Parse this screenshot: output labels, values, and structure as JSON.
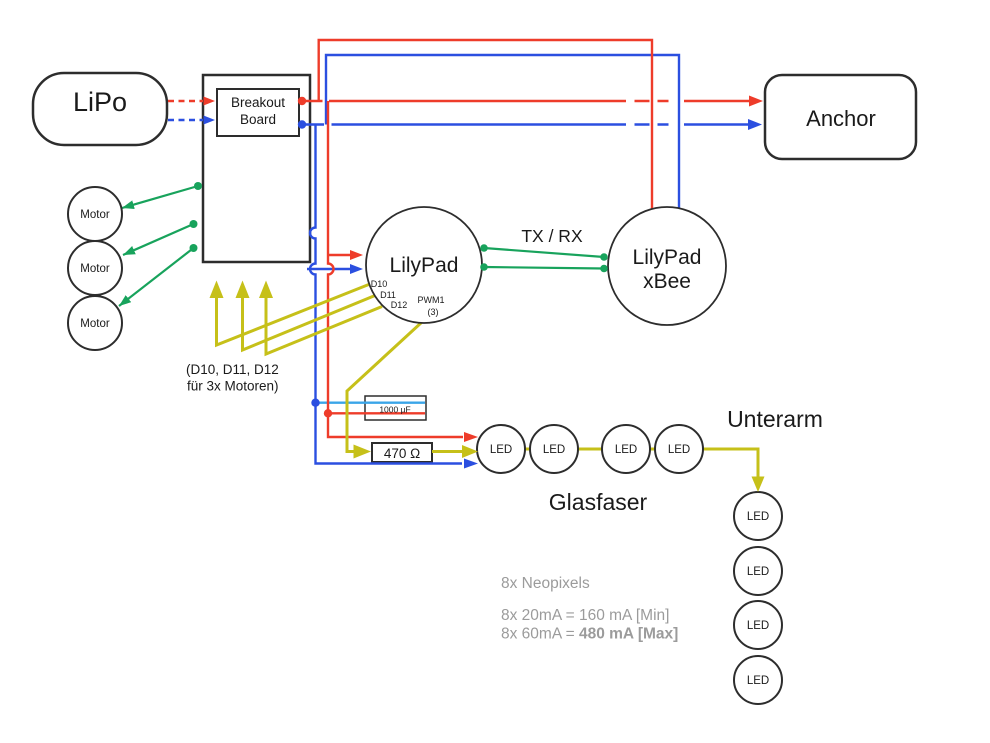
{
  "diagram": {
    "colors": {
      "red": "#ee3c2a",
      "blue": "#2b4fe0",
      "light_blue": "#3aa5e8",
      "green": "#18a35c",
      "yellow": "#c6c019",
      "gray_text": "#9b9b9b",
      "outline": "#2d2d2d"
    },
    "nodes": {
      "lipo": {
        "label": "LiPo"
      },
      "breakout": {
        "label_line1": "Breakout",
        "label_line2": "Board"
      },
      "anchor": {
        "label": "Anchor"
      },
      "lilypad": {
        "label": "LilyPad",
        "pins": {
          "d10": "D10",
          "d11": "D11",
          "d12": "D12",
          "pwm": "PWM1",
          "pwm_count": "(3)"
        }
      },
      "xbee": {
        "label_line1": "LilyPad",
        "label_line2": "xBee"
      },
      "motors": {
        "label": "Motor",
        "count": 3
      },
      "capacitor": {
        "label": "1000 µF"
      },
      "resistor": {
        "label": "470 Ω"
      },
      "led": {
        "label": "LED",
        "row_count": 4,
        "column_count": 4
      }
    },
    "labels": {
      "tx_rx": "TX / RX",
      "motor_note_line1": "(D10, D11, D12",
      "motor_note_line2": "für 3x Motoren)",
      "glasfaser": "Glasfaser",
      "unterarm": "Unterarm",
      "neopixels": "8x Neopixels",
      "current_min": "8x 20mA = 160 mA [Min]",
      "current_max_prefix": "8x 60mA = ",
      "current_max_bold": "480 mA [Max]"
    }
  }
}
